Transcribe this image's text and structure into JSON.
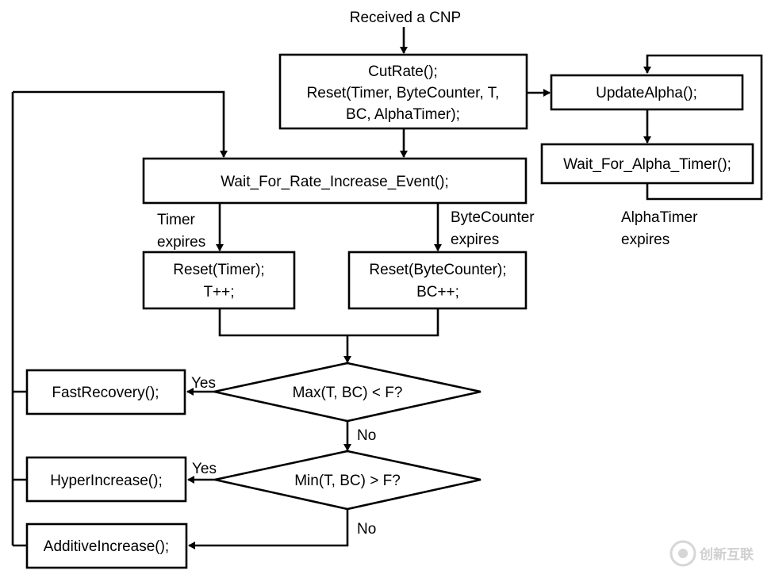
{
  "start_label": "Received a CNP",
  "nodes": {
    "cut_rate": [
      "CutRate();",
      "Reset(Timer, ByteCounter, T,",
      "BC, AlphaTimer);"
    ],
    "update_alpha": "UpdateAlpha();",
    "wait_alpha": "Wait_For_Alpha_Timer();",
    "wait_rate": "Wait_For_Rate_Increase_Event();",
    "reset_timer": [
      "Reset(Timer);",
      "T++;"
    ],
    "reset_bc": [
      "Reset(ByteCounter);",
      "BC++;"
    ],
    "decision_max": "Max(T, BC) < F?",
    "decision_min": "Min(T, BC) > F?",
    "fast_recovery": "FastRecovery();",
    "hyper_increase": "HyperIncrease();",
    "additive_increase": "AdditiveIncrease();"
  },
  "edge_labels": {
    "timer_expires": [
      "Timer",
      "expires"
    ],
    "bytecounter_expires": [
      "ByteCounter",
      "expires"
    ],
    "alphatimer_expires": [
      "AlphaTimer",
      "expires"
    ],
    "yes_fast": "Yes",
    "no_max": "No",
    "yes_hyper": "Yes",
    "no_min": "No"
  },
  "watermark": "创新互联"
}
